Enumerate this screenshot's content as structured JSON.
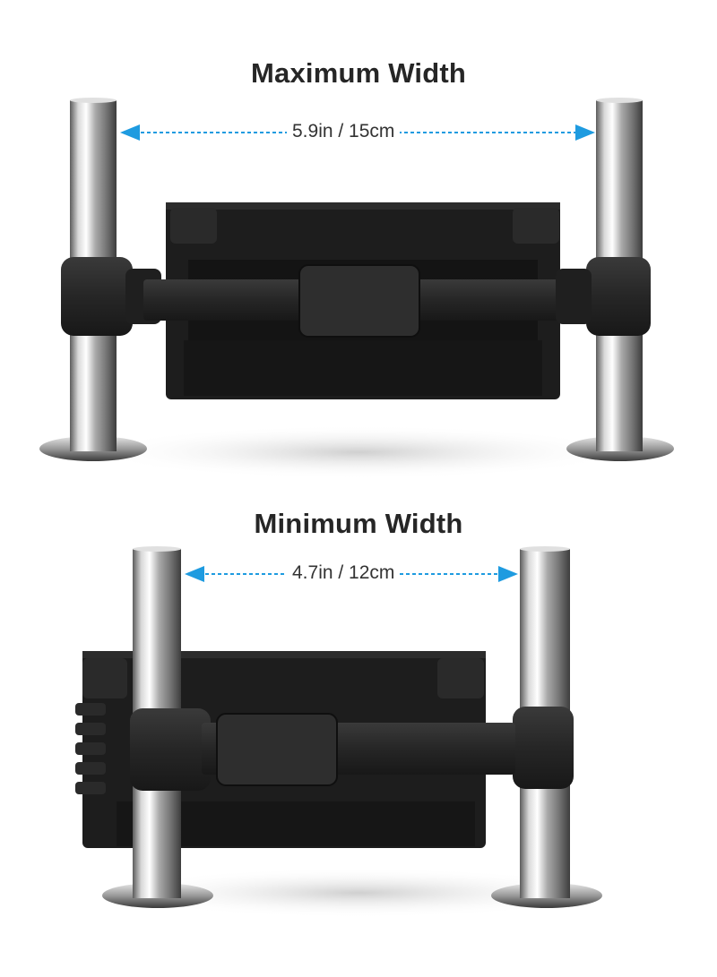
{
  "top": {
    "title": "Maximum Width",
    "measurement": "5.9in / 15cm"
  },
  "bottom": {
    "title": "Minimum Width",
    "measurement": "4.7in / 12cm"
  },
  "colors": {
    "arrow": "#1e9be0",
    "holder_body": "#1f1f1f",
    "holder_arm": "#2b2b2b",
    "pole": "#b9b9b9"
  }
}
